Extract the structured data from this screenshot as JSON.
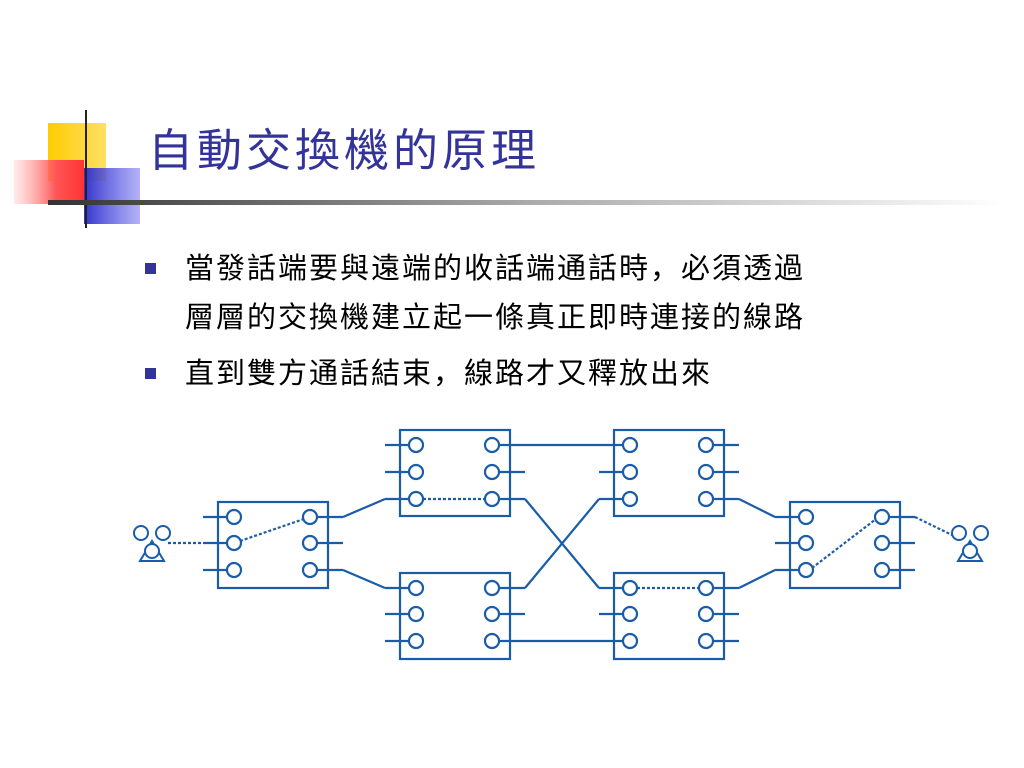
{
  "slide": {
    "title": "自動交換機的原理",
    "bullets": [
      {
        "lines": [
          "當發話端要與遠端的收話端通話時，必須透過",
          "層層的交換機建立起一條真正即時連接的線路"
        ]
      },
      {
        "lines": [
          "直到雙方通話結束，線路才又釋放出來"
        ]
      }
    ]
  },
  "colors": {
    "title": "#333399",
    "bullet": "#333399",
    "diagram": "#1a5ca8",
    "deco_yellow": "#ffcc00",
    "deco_red": "#ff6666",
    "deco_blue": "#3333cc"
  }
}
